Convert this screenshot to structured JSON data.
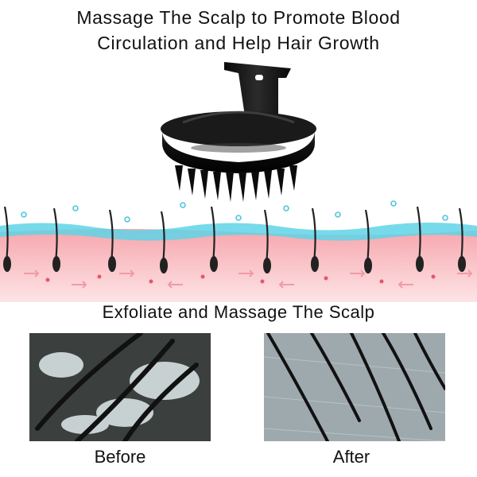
{
  "header": {
    "line1": "Massage The Scalp to Promote Blood",
    "line2": "Circulation and Help Hair Growth"
  },
  "section": {
    "title": "Exfoliate and Massage The Scalp"
  },
  "comparison": {
    "before_label": "Before",
    "after_label": "After"
  },
  "colors": {
    "brush": "#0d0d0d",
    "scalp_pink": "#f7b3b8",
    "scalp_blue": "#5fd3e6",
    "arrow_pink": "#f19aa6",
    "dot_red": "#e8556a"
  },
  "icons": {
    "brush": "scalp-massager-brush-icon",
    "scalp": "scalp-cross-section-illustration"
  }
}
